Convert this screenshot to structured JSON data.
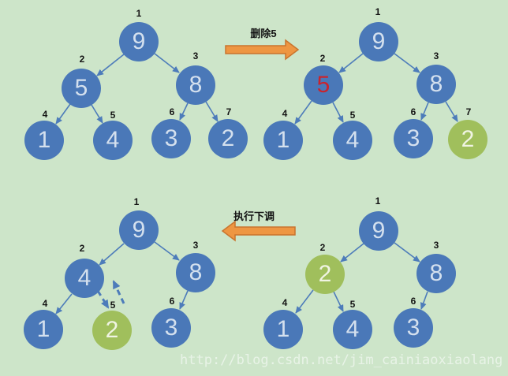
{
  "colors": {
    "background": "#cde5c9",
    "node-blue": "#4a78b8",
    "node-green": "#a0bf5c",
    "node-text": "#d4e0ee",
    "node-green-text": "#f0f4e3",
    "red-text": "#c9242e",
    "edge-color": "#4d7cba",
    "arrow-fill": "#ee9642",
    "arrow-stroke": "#c9742e",
    "label-text": "#141414",
    "watermark": "rgba(255,255,255,0.55)"
  },
  "transition_arrows": {
    "top": {
      "label": "删除5",
      "direction": "right"
    },
    "bottom": {
      "label": "执行下调",
      "direction": "left"
    }
  },
  "watermark": "http://blog.csdn.net/jim_cainiaoxiaolang",
  "trees": {
    "top_left": {
      "name": "heap-before-delete",
      "nodes": [
        {
          "index": "1",
          "value": "9"
        },
        {
          "index": "2",
          "value": "5"
        },
        {
          "index": "3",
          "value": "8"
        },
        {
          "index": "4",
          "value": "1"
        },
        {
          "index": "5",
          "value": "4"
        },
        {
          "index": "6",
          "value": "3"
        },
        {
          "index": "7",
          "value": "2"
        }
      ]
    },
    "top_right": {
      "name": "heap-node-to-delete-marked",
      "nodes": [
        {
          "index": "1",
          "value": "9"
        },
        {
          "index": "2",
          "value": "5",
          "value_color": "red"
        },
        {
          "index": "3",
          "value": "8"
        },
        {
          "index": "4",
          "value": "1"
        },
        {
          "index": "5",
          "value": "4"
        },
        {
          "index": "6",
          "value": "3"
        },
        {
          "index": "7",
          "value": "2",
          "fill": "green"
        }
      ]
    },
    "bottom_left": {
      "name": "heap-after-siftdown-swap",
      "swap_arrows_between_indices": [
        "2",
        "5"
      ],
      "nodes": [
        {
          "index": "1",
          "value": "9"
        },
        {
          "index": "2",
          "value": "4"
        },
        {
          "index": "3",
          "value": "8"
        },
        {
          "index": "4",
          "value": "1"
        },
        {
          "index": "5",
          "value": "2",
          "fill": "green"
        },
        {
          "index": "6",
          "value": "3"
        }
      ]
    },
    "bottom_right": {
      "name": "heap-last-element-moved-up",
      "nodes": [
        {
          "index": "1",
          "value": "9"
        },
        {
          "index": "2",
          "value": "2",
          "fill": "green"
        },
        {
          "index": "3",
          "value": "8"
        },
        {
          "index": "4",
          "value": "1"
        },
        {
          "index": "5",
          "value": "4"
        },
        {
          "index": "6",
          "value": "3"
        }
      ]
    }
  }
}
